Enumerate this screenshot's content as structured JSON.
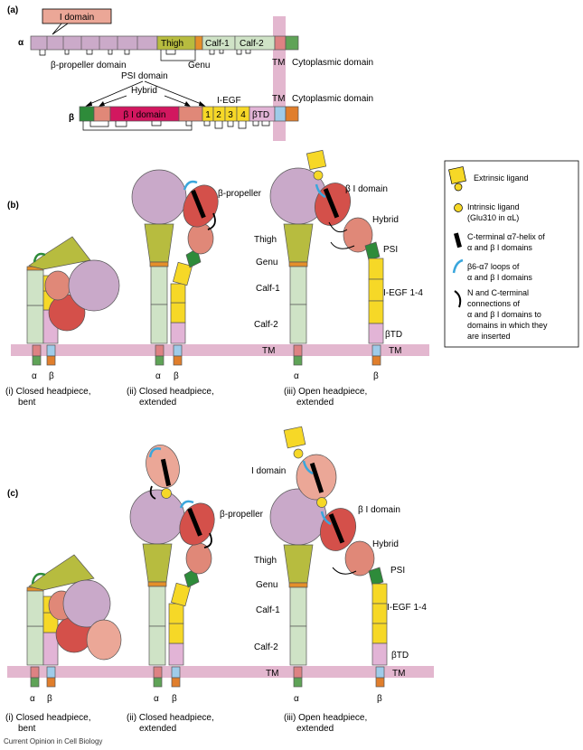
{
  "panels": {
    "a": "(a)",
    "b": "(b)",
    "c": "(c)"
  },
  "panel_a": {
    "alpha": "α",
    "beta": "β",
    "i_domain": "I domain",
    "thigh": "Thigh",
    "calf1": "Calf-1",
    "calf2": "Calf-2",
    "beta_propeller_domain": "β-propeller domain",
    "genu": "Genu",
    "tm": "TM",
    "cytoplasmic_domain": "Cytoplasmic domain",
    "psi_domain": "PSI domain",
    "hybrid": "Hybrid",
    "i_egf": "I-EGF",
    "beta_i_domain": "β I domain",
    "egf_repeats": [
      "1",
      "2",
      "3",
      "4"
    ],
    "btd": "βTD"
  },
  "labels": {
    "beta_propeller": "β-propeller",
    "beta_i_domain": "β I domain",
    "i_domain": "I domain",
    "hybrid": "Hybrid",
    "psi": "PSI",
    "thigh": "Thigh",
    "genu": "Genu",
    "calf1": "Calf-1",
    "calf2": "Calf-2",
    "i_egf_1_4": "I-EGF 1-4",
    "btd": "βTD",
    "tm": "TM",
    "alpha": "α",
    "beta": "β"
  },
  "captions": {
    "c1a": "(i) Closed headpiece,",
    "c1b": "bent",
    "c2a": "(ii) Closed headpiece,",
    "c2b": "extended",
    "c3a": "(iii) Open headpiece,",
    "c3b": "extended"
  },
  "legend": {
    "extrinsic": "Extrinsic ligand",
    "intrinsic_1": "Intrinsic ligand",
    "intrinsic_2": "(Glu310 in αL)",
    "helix_1": "C-terminal α7-helix of",
    "helix_2": "α and β I domains",
    "loops_1": "β6-α7 loops of",
    "loops_2": "α and β I domains",
    "conn_1": "N and C-terminal",
    "conn_2": "connections of",
    "conn_3": "α and β I domains to",
    "conn_4": "domains in which they",
    "conn_5": "are inserted"
  },
  "colors": {
    "alpha_bar": "#cbaac9",
    "propeller": "#c9a9c9",
    "thigh": "#b7bc3f",
    "genu": "#e58f2a",
    "calf": "#cfe3c6",
    "psi": "#2e8b3a",
    "hybrid": "#e08878",
    "beta_i": "#d2175f",
    "beta_i_oval": "#d4504a",
    "i_domain": "#eba797",
    "egf": "#f6d827",
    "btd": "#e2b4d6",
    "tm_band": "#e3b7cf",
    "tm_alpha": "#dd8283",
    "tm_beta": "#9fcbe9",
    "cyto_alpha": "#5fa357",
    "cyto_beta": "#e07e2c",
    "loop": "#3aa6dc"
  },
  "footer": "Current Opinion in Cell Biology"
}
